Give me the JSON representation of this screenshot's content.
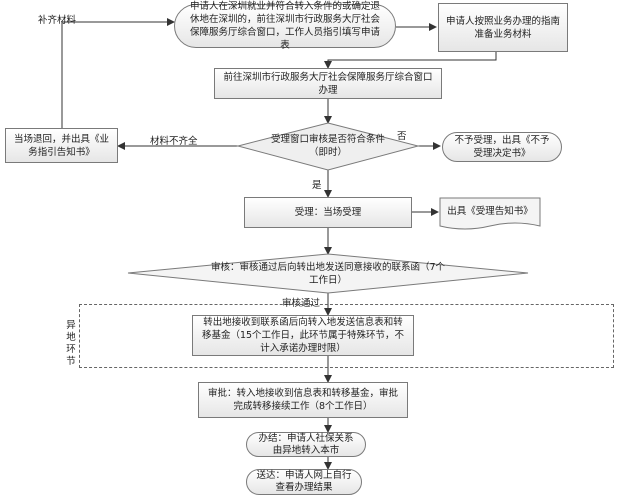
{
  "nodes": {
    "apply": "申请人在深圳就业并符合转入条件的或确定退休地在深圳的，前往深圳市行政服务大厅社会保障服务厅综合窗口，工作人员指引填写申请表",
    "prepare": "申请人按照业务办理的指南准备业务材料",
    "go_window": "前往深圳市行政服务大厅社会保障服务厅综合窗口办理",
    "review_window": "受理窗口审核是否符合条件（即时）",
    "reject_left": "当场退回，并出具《业务指引告知书》",
    "reject_right": "不予受理，出具《不予受理决定书》",
    "accept": "受理：当场受理",
    "notice": "出具《受理告知书》",
    "audit": "审核：审核通过后向转出地发送同意接收的联系函（7个工作日）",
    "transfer": "转出地接收到联系函后向转入地发送信息表和转移基金（15个工作日，此环节属于特殊环节，不计入承诺办理时限）",
    "approve": "审批：转入地接收到信息表和转移基金，审批完成转移接续工作（8个工作日）",
    "complete": "办结：申请人社保关系由异地转入本市",
    "deliver": "送达：申请人网上自行查看办理结果"
  },
  "labels": {
    "supplement": "补齐材料",
    "incomplete": "材料不齐全",
    "no": "否",
    "yes": "是",
    "audit_pass": "审核通过",
    "remote": "异地环节"
  }
}
